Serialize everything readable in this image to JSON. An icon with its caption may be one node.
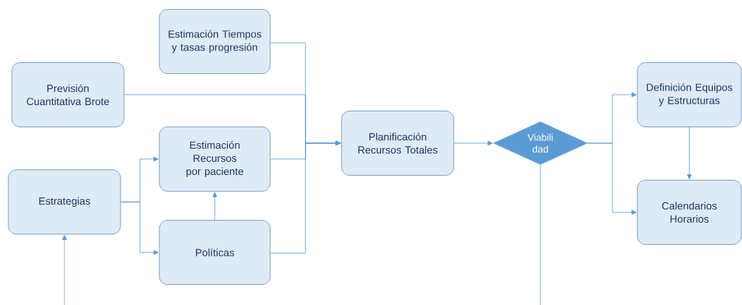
{
  "diagram": {
    "nodes": [
      {
        "text": [
          "Estimación Tiempos y tasas progresión"
        ]
      },
      {
        "text": [
          "Previsión Cuantitativa Brote"
        ]
      },
      {
        "text": [
          "Estimación Recursos por paciente"
        ]
      },
      {
        "text": [
          "Estrategias"
        ]
      },
      {
        "text": [
          "Políticas"
        ]
      },
      {
        "text": [
          "Planificación Recursos Totales"
        ]
      },
      {
        "text": [
          "Viabili dad"
        ]
      },
      {
        "text": [
          "Definición Equipos y Estructuras"
        ]
      },
      {
        "text": [
          "Calendarios Horarios"
        ]
      }
    ],
    "edges": [
      {
        "from": 0,
        "to": 5,
        "arrow": "to"
      },
      {
        "from": 1,
        "to": 5,
        "arrow": "to"
      },
      {
        "from": 2,
        "to": 5,
        "arrow": "to"
      },
      {
        "from": 4,
        "to": 5,
        "arrow": "to"
      },
      {
        "from": 3,
        "to": 2,
        "arrow": "to"
      },
      {
        "from": 3,
        "to": 4,
        "arrow": "to"
      },
      {
        "from": 4,
        "to": 2,
        "arrow": "to"
      },
      {
        "from": 5,
        "to": 6,
        "arrow": "to"
      },
      {
        "from": 6,
        "to": 7,
        "arrow": "to"
      },
      {
        "from": 6,
        "to": 8,
        "arrow": "to"
      },
      {
        "from": 7,
        "to": 8,
        "arrow": "to"
      },
      {
        "from": null,
        "to": 3,
        "arrow": "to"
      },
      {
        "from": 6,
        "to": null,
        "arrow": "none"
      }
    ]
  }
}
